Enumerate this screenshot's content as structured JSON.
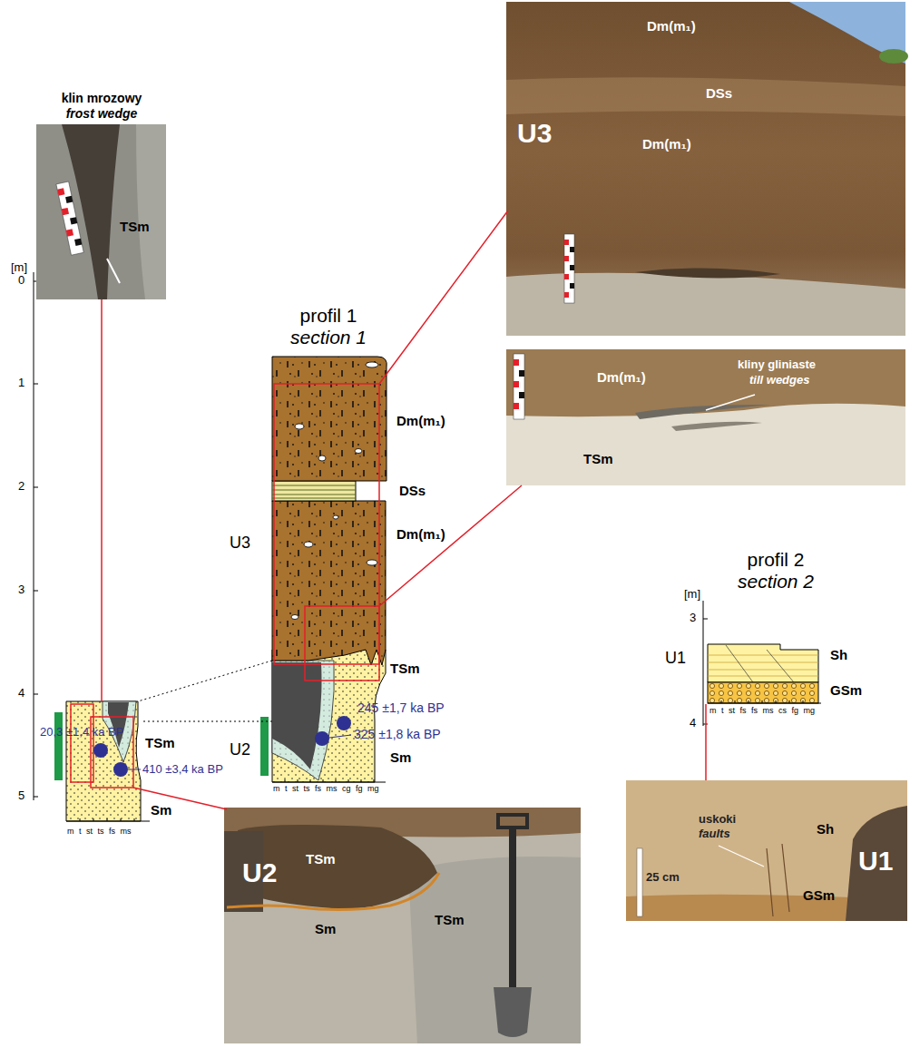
{
  "diagram": {
    "nodes": [
      {
        "text": [
          "Dm(m₁)",
          "DSs",
          "Dm(m₁)",
          "U3"
        ]
      },
      {
        "text": [
          "klin mrozowy",
          "frost wedge",
          "TSm"
        ]
      },
      {
        "text": [
          "Dm(m₁)",
          "kliny gliniaste",
          "till wedges",
          "TSm"
        ]
      },
      {
        "text": [
          "uskoki",
          "faults",
          "Sh",
          "U1",
          "GSm",
          "25 cm"
        ]
      },
      {
        "text": [
          "U2",
          "TSm",
          "Sm",
          "TSm"
        ]
      }
    ],
    "labels": [
      "[m]",
      "0",
      "1",
      "2",
      "3",
      "4",
      "5",
      "profil 1",
      "section 1",
      "Dm(m₁)",
      "DSs",
      "Dm(m₁)",
      "U3",
      "TSm",
      "245 ±1,7 ka BP",
      "325 ±1,8 ka BP",
      "U2",
      "Sm",
      "m t st ts fs ms cg fg mg",
      "20,3 ±1,4 ka BP",
      "410 ±3,4 ka BP",
      "TSm",
      "Sm",
      "m t st ts fs ms",
      "[m]",
      "3",
      "4",
      "profil 2",
      "section 2",
      "U1",
      "Sh",
      "GSm",
      "m t st fs fs ms cs fg mg"
    ]
  }
}
